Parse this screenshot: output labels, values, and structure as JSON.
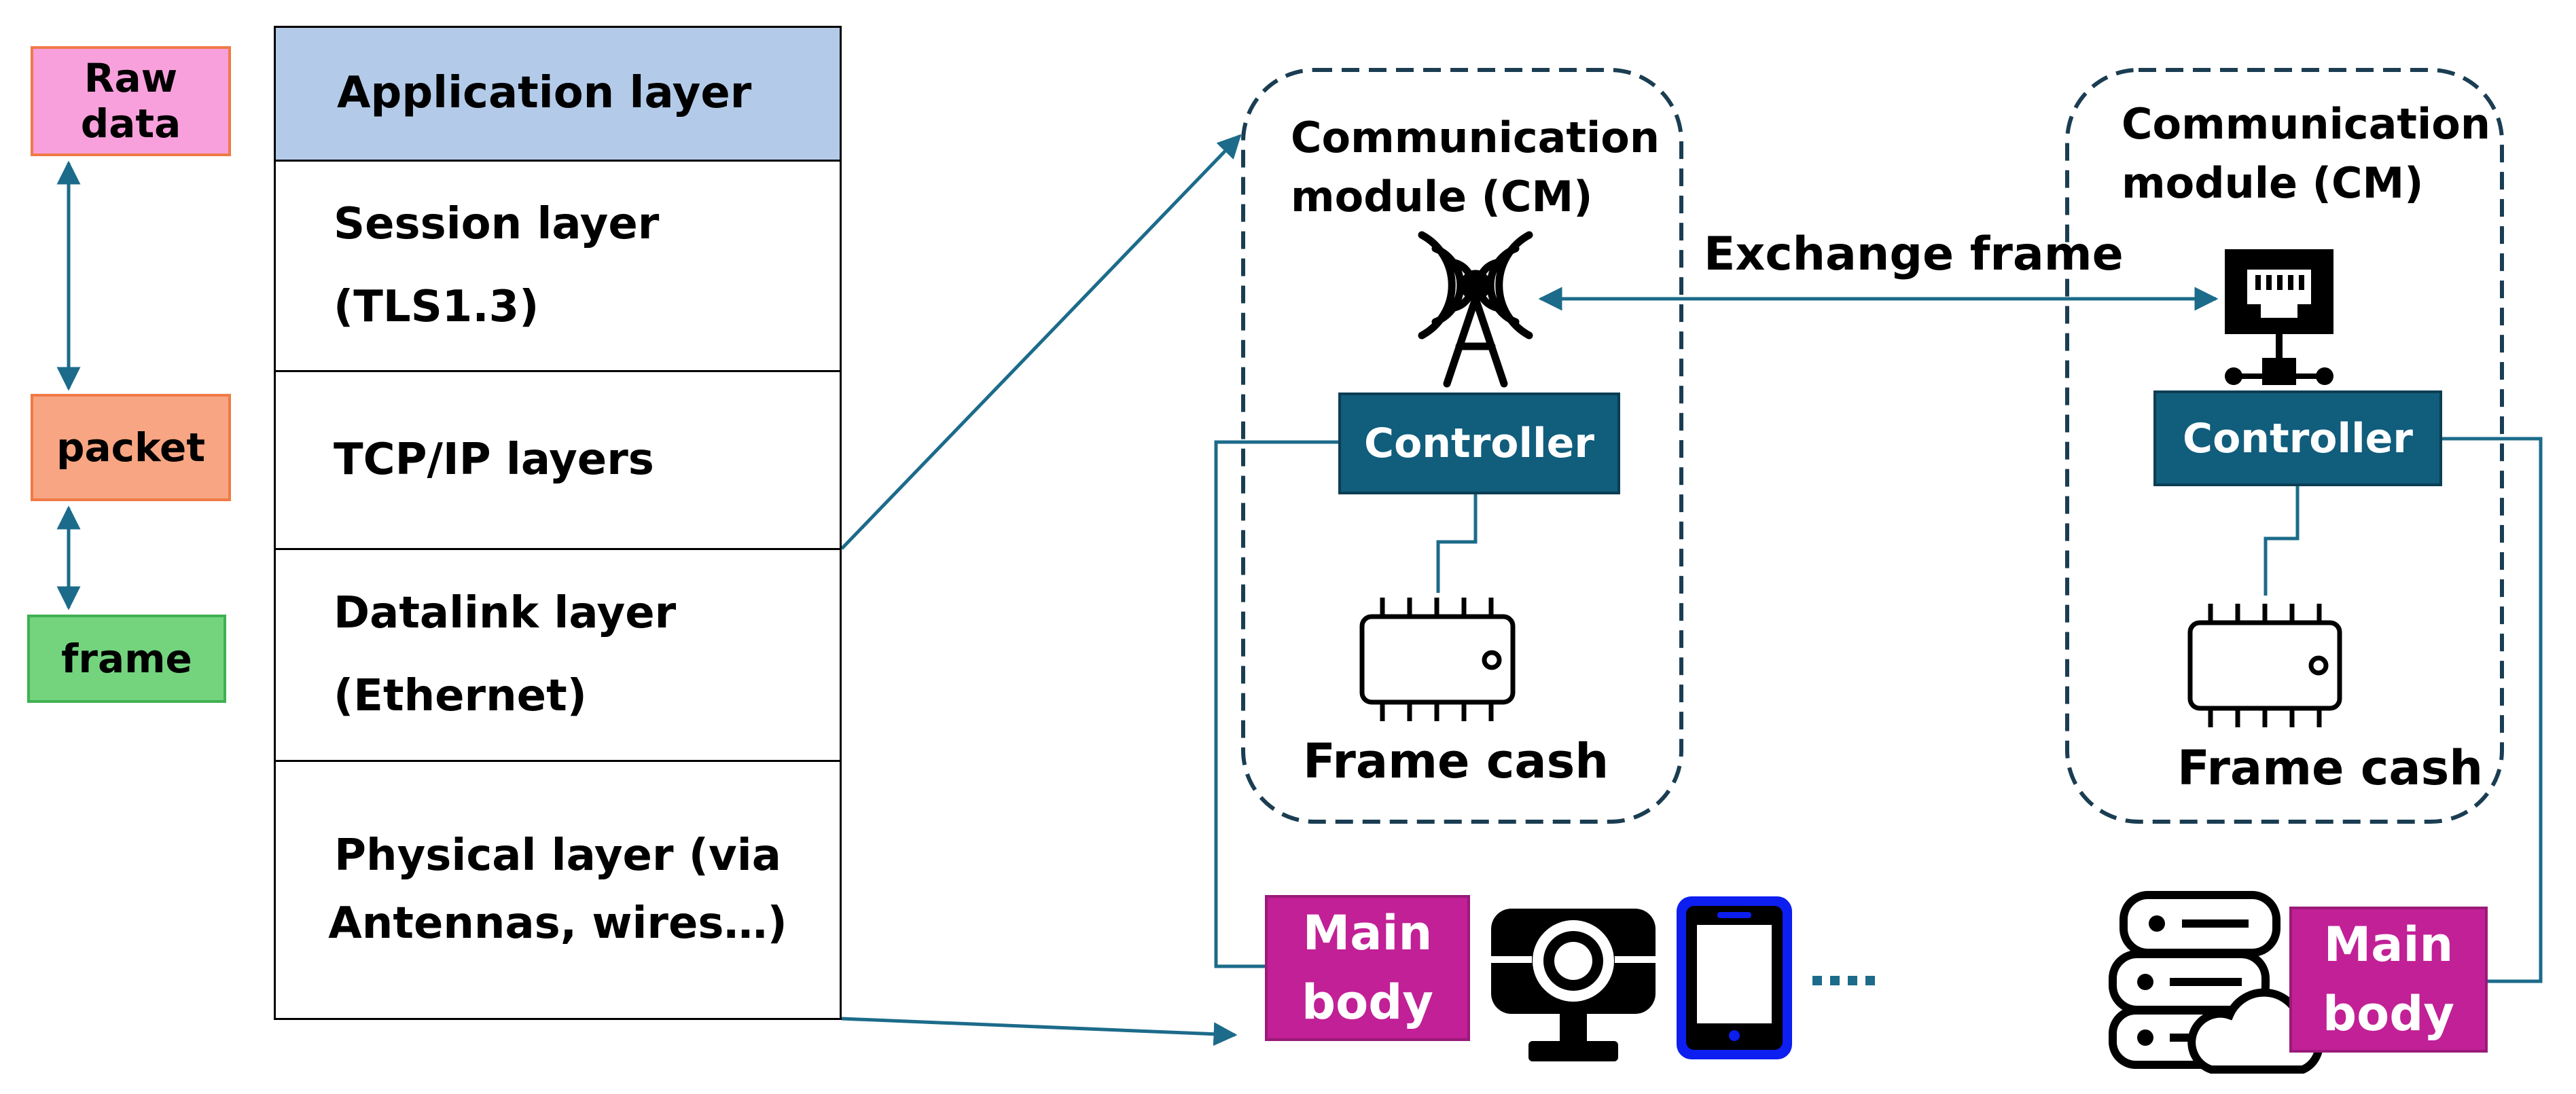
{
  "data_units": {
    "raw_data": "Raw data",
    "packet": "packet",
    "frame": "frame"
  },
  "layers": {
    "application": "Application layer",
    "session_line1": "Session layer",
    "session_line2": "(TLS1.3)",
    "tcpip": "TCP/IP layers",
    "datalink_line1": "Datalink layer",
    "datalink_line2": "(Ethernet)",
    "physical_line1": "Physical layer (via",
    "physical_line2": "Antennas, wires…)"
  },
  "left_cm": {
    "title_line1": "Communication",
    "title_line2": "module (CM)",
    "controller": "Controller",
    "frame_cache": "Frame cash",
    "icon": "antenna-tower-icon"
  },
  "right_cm": {
    "title_line1": "Communication",
    "title_line2": "module (CM)",
    "controller": "Controller",
    "frame_cache": "Frame cash",
    "icon": "ethernet-port-icon"
  },
  "exchange_label": "Exchange frame",
  "left_main_body": {
    "line1": "Main",
    "line2": "body"
  },
  "right_main_body": {
    "line1": "Main",
    "line2": "body"
  },
  "devices": [
    "camera-icon",
    "tablet-icon",
    "more-dots-icon",
    "cloud-server-icon"
  ],
  "colors": {
    "raw_data": "#f8a0dc",
    "packet": "#f7a582",
    "frame": "#74d47e",
    "application_layer": "#b3cbe9",
    "controller": "#115d7c",
    "main_body": "#c12096",
    "arrow": "#1c6b8a",
    "dashed_border": "#1a3d52"
  }
}
